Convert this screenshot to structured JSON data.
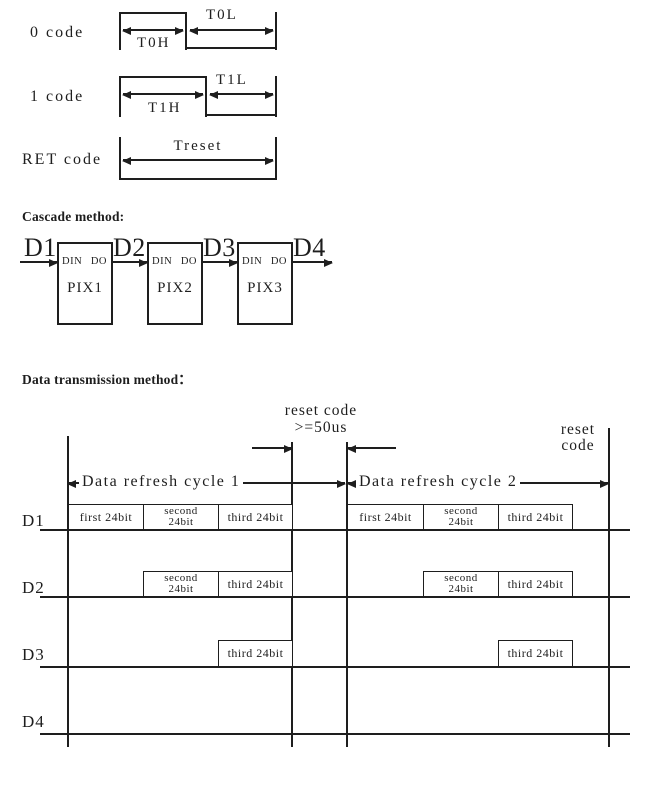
{
  "palette": {
    "ink": "#1e1e1e",
    "background": "#ffffff"
  },
  "timing": {
    "rows": [
      {
        "label": "0 code",
        "high": "T0H",
        "low": "T0L"
      },
      {
        "label": "1 code",
        "high": "T1H",
        "low": "T1L"
      },
      {
        "label": "RET code",
        "span": "Treset"
      }
    ]
  },
  "cascade": {
    "heading": "Cascade method:",
    "signals": [
      "D1",
      "D2",
      "D3",
      "D4"
    ],
    "din": "DIN",
    "dout": "DO",
    "pixels": [
      "PIX1",
      "PIX2",
      "PIX3"
    ]
  },
  "transmission": {
    "heading": "Data transmission method：",
    "reset_top": [
      "reset code",
      ">=50us"
    ],
    "reset_right": [
      "reset",
      "code"
    ],
    "cycles": [
      "Data refresh cycle 1",
      "Data refresh cycle 2"
    ],
    "channels": [
      "D1",
      "D2",
      "D3",
      "D4"
    ],
    "segments": {
      "first": "first 24bit",
      "second_line1": "second",
      "second_line2": "24bit",
      "third": "third 24bit"
    }
  }
}
